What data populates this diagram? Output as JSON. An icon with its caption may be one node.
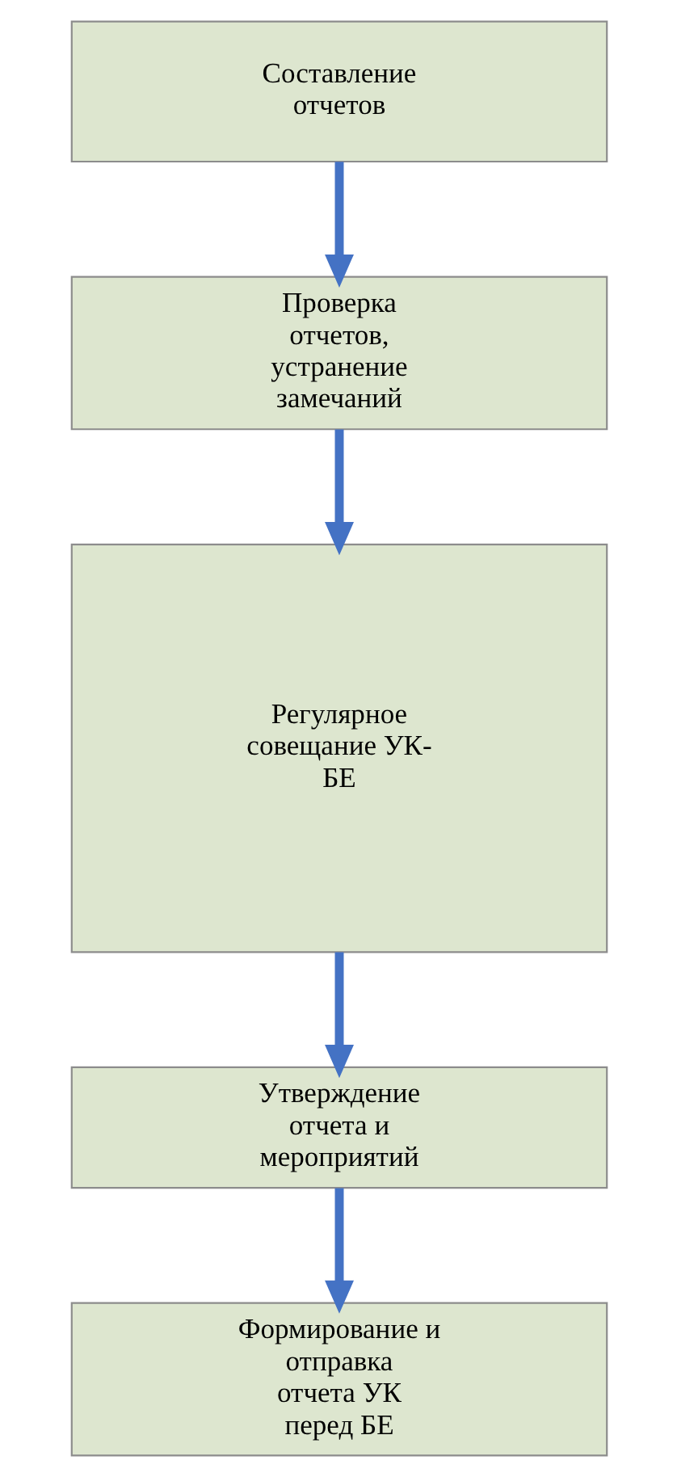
{
  "diagram": {
    "nodes": [
      {
        "text": [
          "Составление отчетов"
        ]
      },
      {
        "text": [
          "Проверка отчетов, устранение замечаний"
        ]
      },
      {
        "text": [
          "Регулярное совещание УК-БЕ"
        ]
      },
      {
        "text": [
          "Утверждение отчета и мероприятий"
        ]
      },
      {
        "text": [
          "Формирование и отправка отчета УК перед БЕ"
        ]
      }
    ],
    "edges": [
      {
        "from": 0,
        "to": 1,
        "arrow": "to"
      },
      {
        "from": 1,
        "to": 2,
        "arrow": "to"
      },
      {
        "from": 2,
        "to": 3,
        "arrow": "to"
      },
      {
        "from": 3,
        "to": 4,
        "arrow": "to"
      }
    ]
  }
}
